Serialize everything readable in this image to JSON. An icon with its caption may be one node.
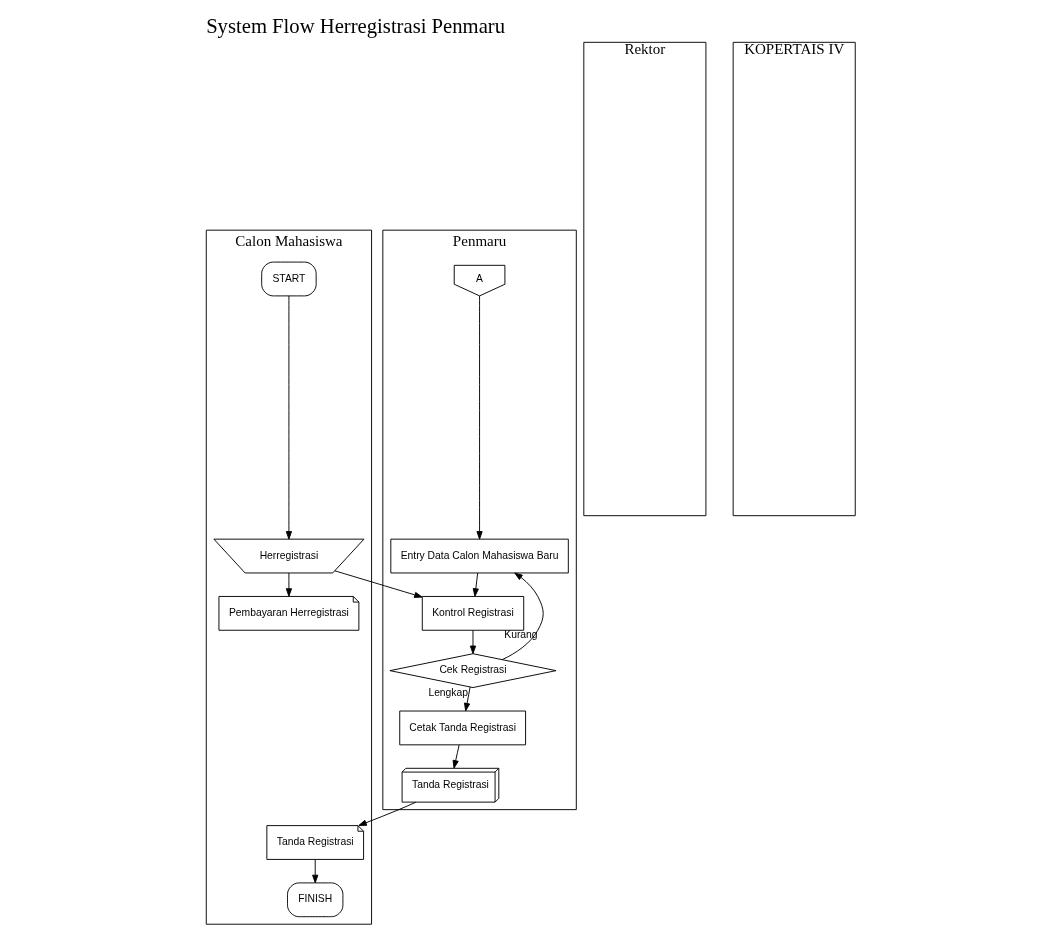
{
  "diagram": {
    "title": "System Flow Herregistrasi Penmaru",
    "nodes": [
      {
        "text": [
          "Calon Mahasiswa"
        ]
      },
      {
        "text": [
          "Penmaru"
        ]
      },
      {
        "text": [
          "Rektor"
        ]
      },
      {
        "text": [
          "KOPERTAIS IV"
        ]
      },
      {
        "text": [
          "START"
        ],
        "in": 0
      },
      {
        "text": [
          "Herregistrasi"
        ],
        "in": 0
      },
      {
        "text": [
          "Pembayaran Herregistrasi"
        ],
        "in": 0
      },
      {
        "text": [
          "Tanda Registrasi"
        ],
        "in": 0
      },
      {
        "text": [
          "FINISH"
        ],
        "in": 0
      },
      {
        "text": [
          "A"
        ],
        "in": 1
      },
      {
        "text": [
          "Entry Data Calon Mahasiswa Baru"
        ],
        "in": 1
      },
      {
        "text": [
          "Kontrol Registrasi"
        ],
        "in": 1
      },
      {
        "text": [
          "Cek Registrasi"
        ],
        "in": 1
      },
      {
        "text": [
          "Cetak Tanda Registrasi"
        ],
        "in": 1
      },
      {
        "text": [
          "Tanda Registrasi"
        ],
        "in": 1
      }
    ],
    "edges": [
      {
        "from": 4,
        "to": 5,
        "arrow": "to"
      },
      {
        "from": 5,
        "to": 6,
        "arrow": "to"
      },
      {
        "from": 5,
        "to": 11,
        "arrow": "to"
      },
      {
        "from": 9,
        "to": 10,
        "arrow": "to"
      },
      {
        "from": 10,
        "to": 11,
        "arrow": "to"
      },
      {
        "from": 11,
        "to": 12,
        "arrow": "to"
      },
      {
        "from": 12,
        "to": 10,
        "label": "Kurang",
        "arrow": "to"
      },
      {
        "from": 12,
        "to": 13,
        "label": "Lengkap",
        "arrow": "to"
      },
      {
        "from": 13,
        "to": 14,
        "arrow": "to"
      },
      {
        "from": 14,
        "to": 7,
        "arrow": "to"
      },
      {
        "from": 7,
        "to": 8,
        "arrow": "to"
      }
    ]
  }
}
